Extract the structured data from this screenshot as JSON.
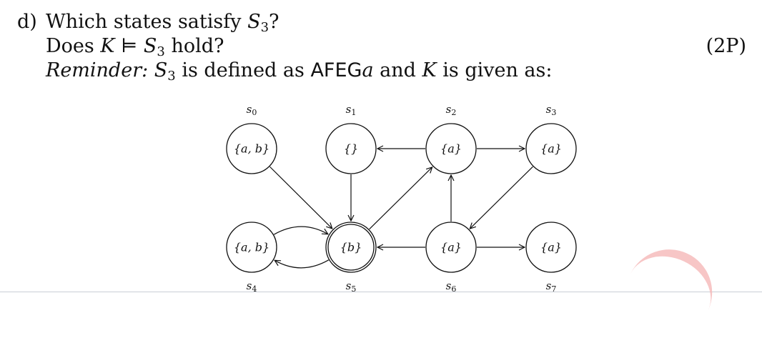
{
  "question": {
    "label": "d)",
    "line1": {
      "text_before": "Which states satisfy ",
      "formula_letter": "S",
      "formula_sub": "3",
      "text_after": "?"
    },
    "line2": {
      "text_before": "Does ",
      "kripke": "K",
      "models": "⊨",
      "formula_letter": "S",
      "formula_sub": "3",
      "text_after": " hold?"
    },
    "line3": {
      "reminder": "Reminder:",
      "formula_letter": "S",
      "formula_sub": "3",
      "text_mid": " is defined as ",
      "ctl_ops": "AFEG",
      "ctl_prop": "a",
      "text_and": " and ",
      "kripke": "K",
      "text_end": " is given as:"
    },
    "points": "(2P)"
  },
  "graph": {
    "states": [
      {
        "id": "s0",
        "name_letter": "s",
        "name_sub": "0",
        "label": "{a, b}"
      },
      {
        "id": "s1",
        "name_letter": "s",
        "name_sub": "1",
        "label": "{}"
      },
      {
        "id": "s2",
        "name_letter": "s",
        "name_sub": "2",
        "label": "{a}"
      },
      {
        "id": "s3",
        "name_letter": "s",
        "name_sub": "3",
        "label": "{a}"
      },
      {
        "id": "s4",
        "name_letter": "s",
        "name_sub": "4",
        "label": "{a, b}"
      },
      {
        "id": "s5",
        "name_letter": "s",
        "name_sub": "5",
        "label": "{b}"
      },
      {
        "id": "s6",
        "name_letter": "s",
        "name_sub": "6",
        "label": "{a}"
      },
      {
        "id": "s7",
        "name_letter": "s",
        "name_sub": "7",
        "label": "{a}"
      }
    ],
    "initial_state": "s5",
    "transitions": [
      {
        "from": "s0",
        "to": "s5"
      },
      {
        "from": "s1",
        "to": "s5"
      },
      {
        "from": "s2",
        "to": "s1"
      },
      {
        "from": "s2",
        "to": "s3"
      },
      {
        "from": "s3",
        "to": "s6"
      },
      {
        "from": "s4",
        "to": "s5"
      },
      {
        "from": "s5",
        "to": "s4"
      },
      {
        "from": "s5",
        "to": "s2"
      },
      {
        "from": "s6",
        "to": "s2"
      },
      {
        "from": "s6",
        "to": "s5"
      },
      {
        "from": "s6",
        "to": "s7"
      }
    ]
  }
}
